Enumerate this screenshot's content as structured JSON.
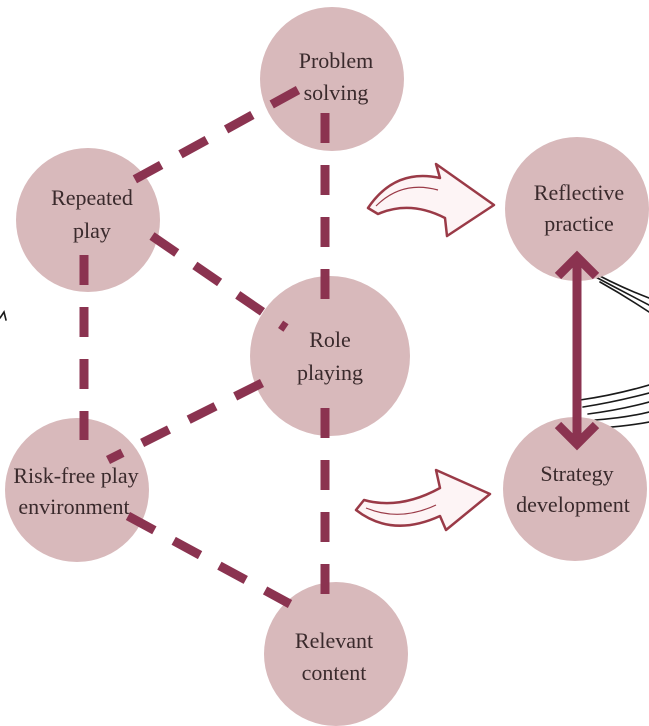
{
  "colors": {
    "node_fill": "#d8b9bb",
    "connector": "#8b3350",
    "arrow_outline": "#9a3a47",
    "background": "#ffffff",
    "text": "#3a2a2c"
  },
  "nodes": {
    "problem_solving": {
      "line1": "Problem",
      "line2": "solving"
    },
    "repeated_play": {
      "line1": "Repeated",
      "line2": "play"
    },
    "role_playing": {
      "line1": "Role",
      "line2": "playing"
    },
    "risk_free": {
      "line1": "Risk-free play",
      "line2": "environment"
    },
    "relevant_content": {
      "line1": "Relevant",
      "line2": "content"
    },
    "reflective_practice": {
      "line1": "Reflective",
      "line2": "practice"
    },
    "strategy_development": {
      "line1": "Strategy",
      "line2": "development"
    }
  }
}
